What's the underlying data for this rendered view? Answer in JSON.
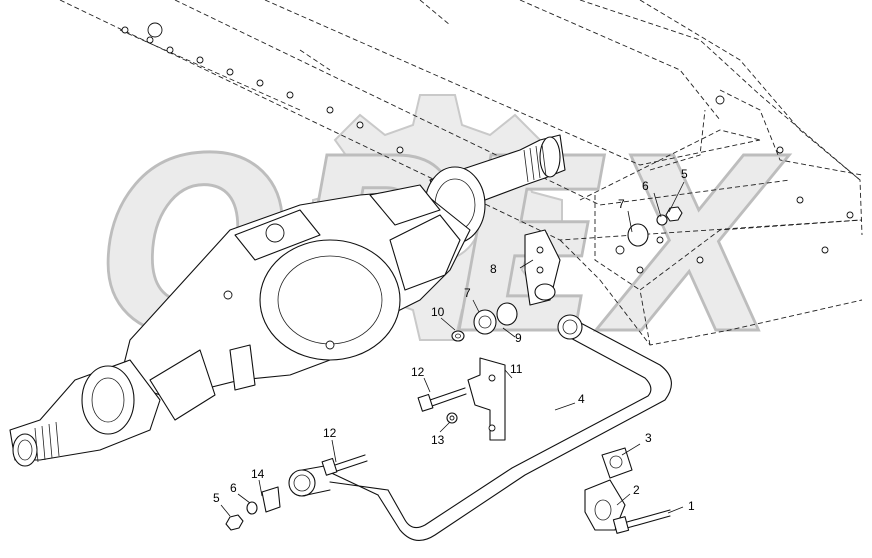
{
  "diagram": {
    "watermark": {
      "text": "OPEX",
      "icon": "gear-icon"
    },
    "callouts": [
      {
        "id": "c1",
        "label": "1"
      },
      {
        "id": "c2",
        "label": "2"
      },
      {
        "id": "c3",
        "label": "3"
      },
      {
        "id": "c4",
        "label": "4"
      },
      {
        "id": "c5a",
        "label": "5"
      },
      {
        "id": "c5b",
        "label": "5"
      },
      {
        "id": "c6a",
        "label": "6"
      },
      {
        "id": "c6b",
        "label": "6"
      },
      {
        "id": "c7a",
        "label": "7"
      },
      {
        "id": "c7b",
        "label": "7"
      },
      {
        "id": "c8",
        "label": "8"
      },
      {
        "id": "c9",
        "label": "9"
      },
      {
        "id": "c10",
        "label": "10"
      },
      {
        "id": "c11",
        "label": "11"
      },
      {
        "id": "c12a",
        "label": "12"
      },
      {
        "id": "c12b",
        "label": "12"
      },
      {
        "id": "c13",
        "label": "13"
      },
      {
        "id": "c14",
        "label": "14"
      }
    ],
    "colors": {
      "line": "#111111",
      "background": "#ffffff",
      "watermark": "#ebebeb"
    }
  }
}
